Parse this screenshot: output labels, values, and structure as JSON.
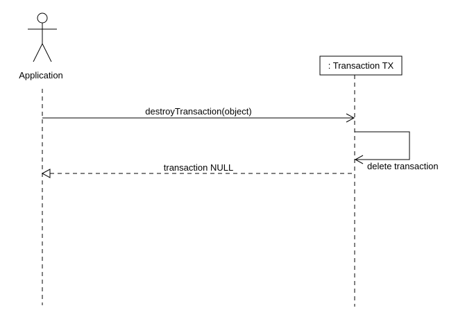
{
  "diagram": {
    "type": "sequence",
    "participants": [
      {
        "id": "app",
        "label": "Application",
        "kind": "actor"
      },
      {
        "id": "tx",
        "label": ": Transaction TX",
        "kind": "object"
      }
    ],
    "messages": [
      {
        "from": "app",
        "to": "tx",
        "label": "destroyTransaction(object)",
        "style": "sync"
      },
      {
        "from": "tx",
        "to": "tx",
        "label": "delete transaction",
        "style": "self"
      },
      {
        "from": "tx",
        "to": "app",
        "label": "transaction NULL",
        "style": "return"
      }
    ]
  },
  "colors": {
    "stroke": "#000000",
    "background": "#ffffff"
  }
}
